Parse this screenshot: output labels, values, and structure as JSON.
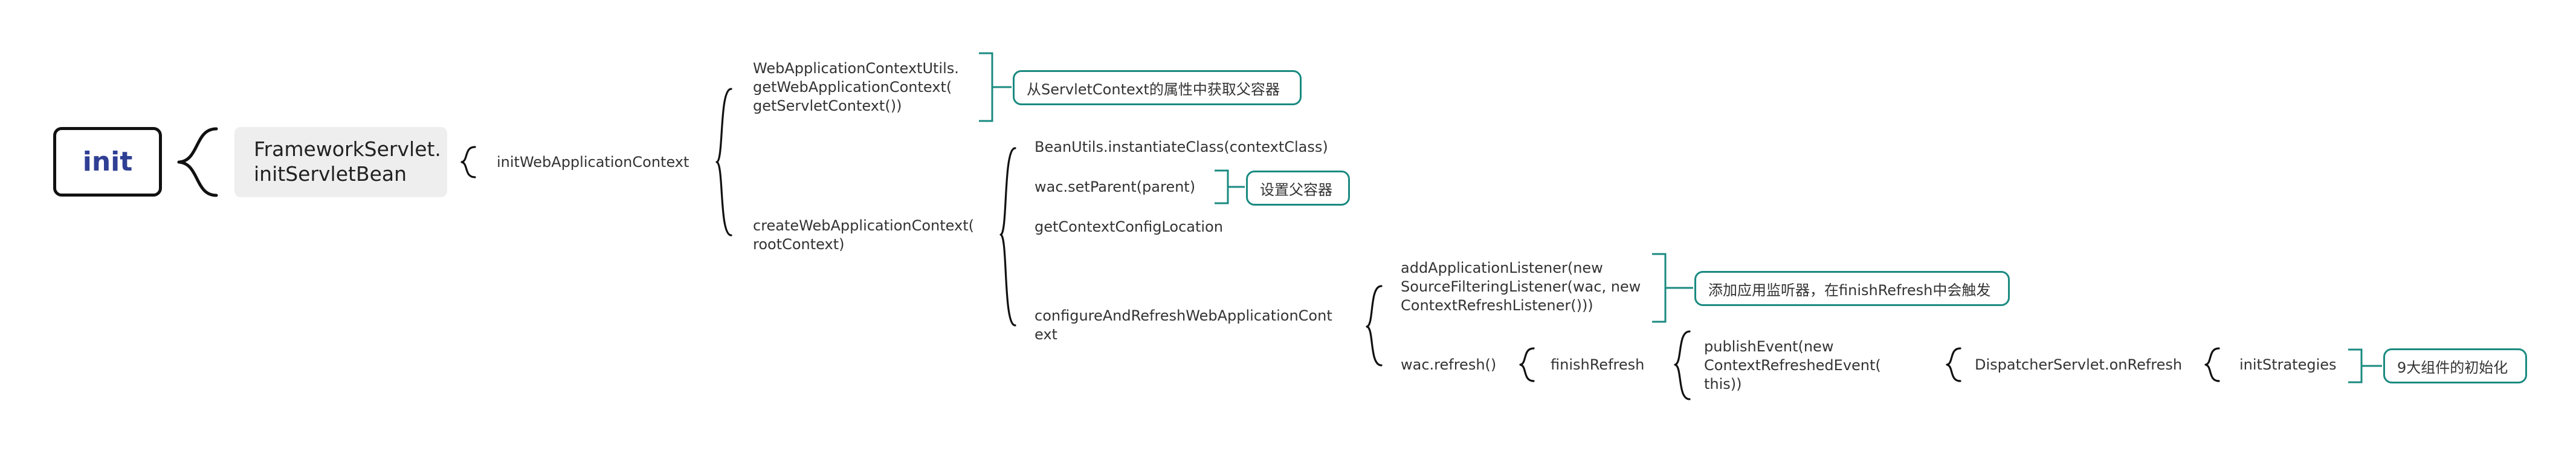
{
  "root": {
    "label": "init"
  },
  "level1": {
    "label": "FrameworkServlet.\ninitServletBean"
  },
  "level2": {
    "label": "initWebApplicationContext"
  },
  "level3": {
    "get_parent": "WebApplicationContextUtils.\ngetWebApplicationContext(\ngetServletContext())",
    "create": "createWebApplicationContext(\nrootContext)"
  },
  "level4": {
    "instantiate": "BeanUtils.instantiateClass(contextClass)",
    "set_parent": "wac.setParent(parent)",
    "get_config": "getContextConfigLocation",
    "configure": "configureAndRefreshWebApplicationCont\next"
  },
  "level5": {
    "add_listener": "addApplicationListener(new\nSourceFilteringListener(wac, new\nContextRefreshListener()))",
    "refresh": "wac.refresh()"
  },
  "level6": {
    "finish_refresh": "finishRefresh"
  },
  "level7": {
    "publish_event": "publishEvent(new\nContextRefreshedEvent(\nthis))"
  },
  "level8": {
    "on_refresh": "DispatcherServlet.onRefresh"
  },
  "level9": {
    "init_strategies": "initStrategies"
  },
  "notes": {
    "get_parent_note": "从ServletContext的属性中获取父容器",
    "set_parent_note": "设置父容器",
    "listener_note": "添加应用监听器，在finishRefresh中会触发",
    "strategies_note": "9大组件的初始化"
  },
  "colors": {
    "root_text": "#2f3f94",
    "note_border": "#1a8a80",
    "grey_box": "#eeeeee"
  }
}
